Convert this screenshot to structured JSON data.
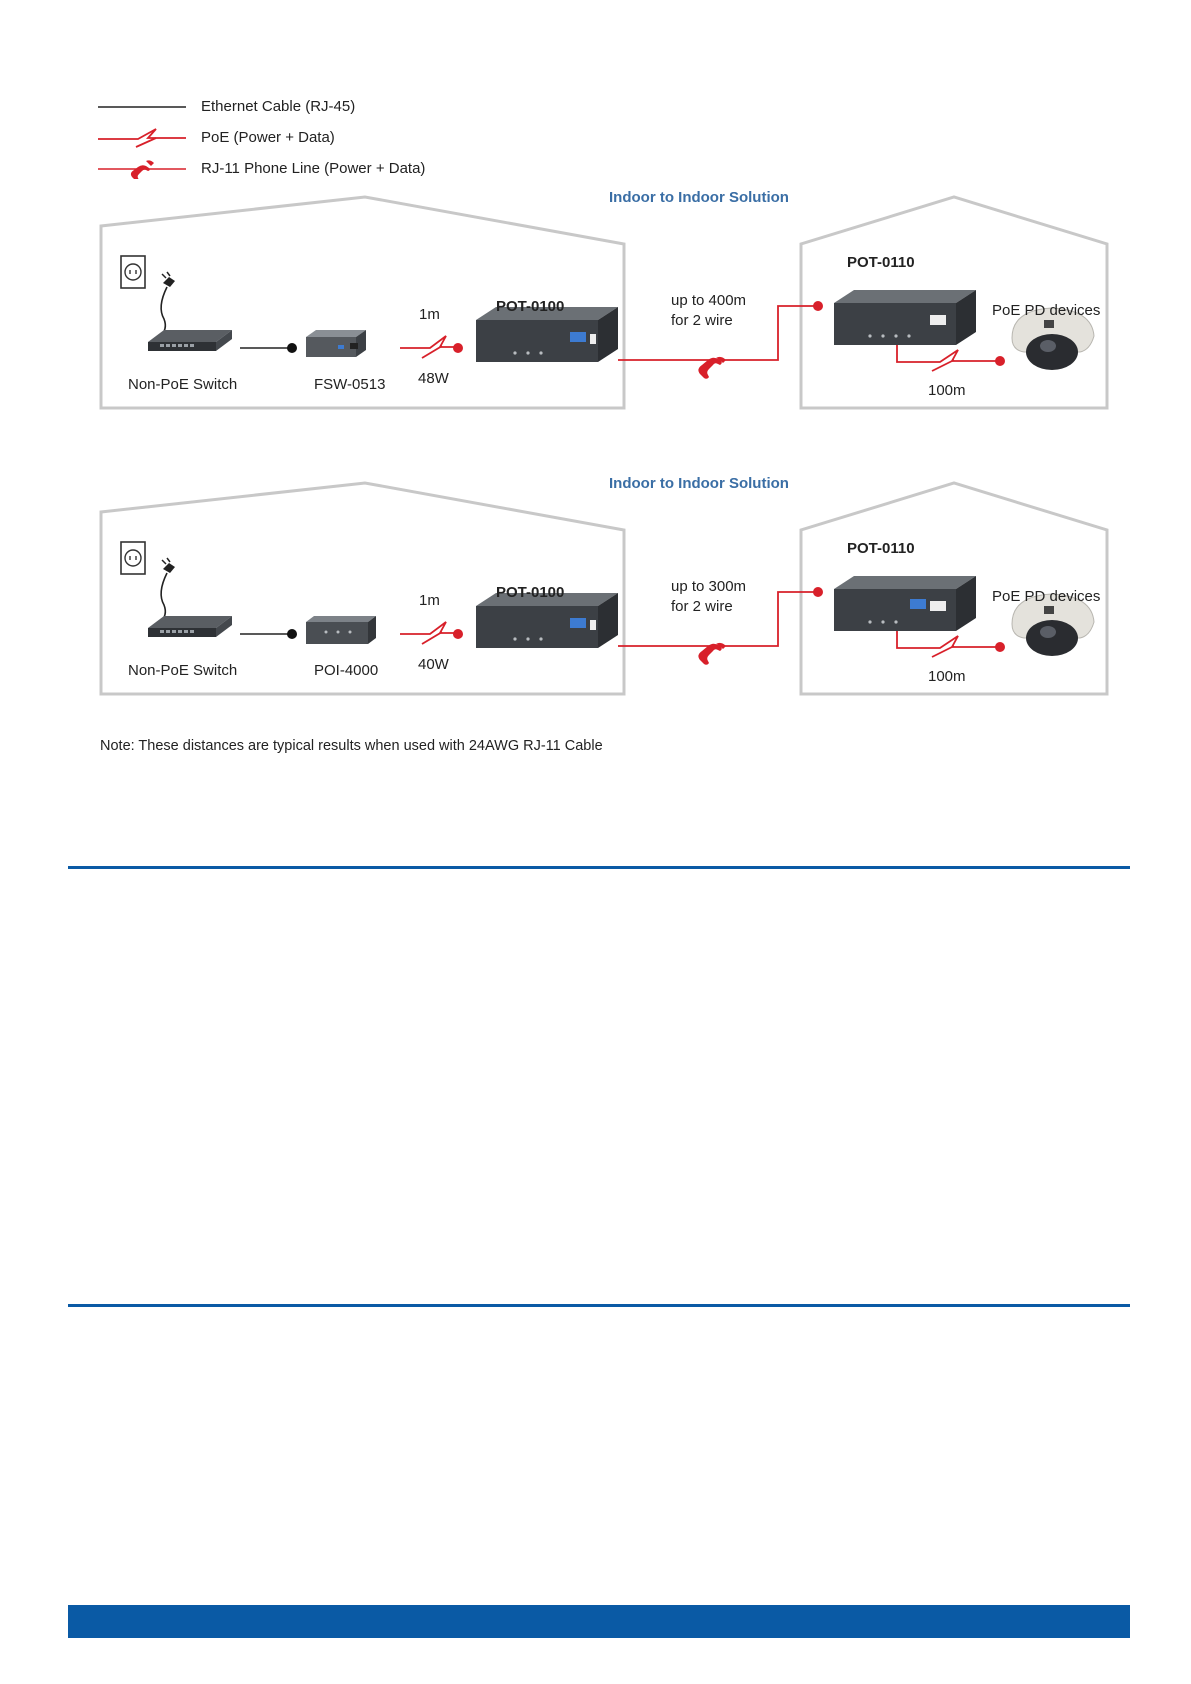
{
  "legend": {
    "ethernet_label": "Ethernet Cable (RJ-45)",
    "poe_label": "PoE (Power + Data)",
    "rj11_label": "RJ-11 Phone Line (Power + Data)"
  },
  "diagrams": [
    {
      "title": "Indoor to Indoor Solution",
      "switch_label": "Non-PoE Switch",
      "injector_label": "FSW-0513",
      "poe_length": "1m",
      "poe_power": "48W",
      "master_label": "POT-0100",
      "distance_line1": "up to 400m",
      "distance_line2": "for 2 wire",
      "slave_label": "POT-0110",
      "pd_label": "PoE PD devices",
      "pd_distance": "100m"
    },
    {
      "title": "Indoor to Indoor Solution",
      "switch_label": "Non-PoE Switch",
      "injector_label": "POI-4000",
      "poe_length": "1m",
      "poe_power": "40W",
      "master_label": "POT-0100",
      "distance_line1": "up to 300m",
      "distance_line2": "for 2 wire",
      "slave_label": "POT-0110",
      "pd_label": "PoE PD devices",
      "pd_distance": "100m"
    }
  ],
  "note": "Note: These distances are typical results when used with 24AWG RJ-11 Cable",
  "colors": {
    "accent_blue": "#0a5aa5",
    "title_blue": "#3a6ea5",
    "line_red": "#d8202a",
    "house_gray": "#c8c8c8",
    "device_dark": "#3c4045"
  }
}
